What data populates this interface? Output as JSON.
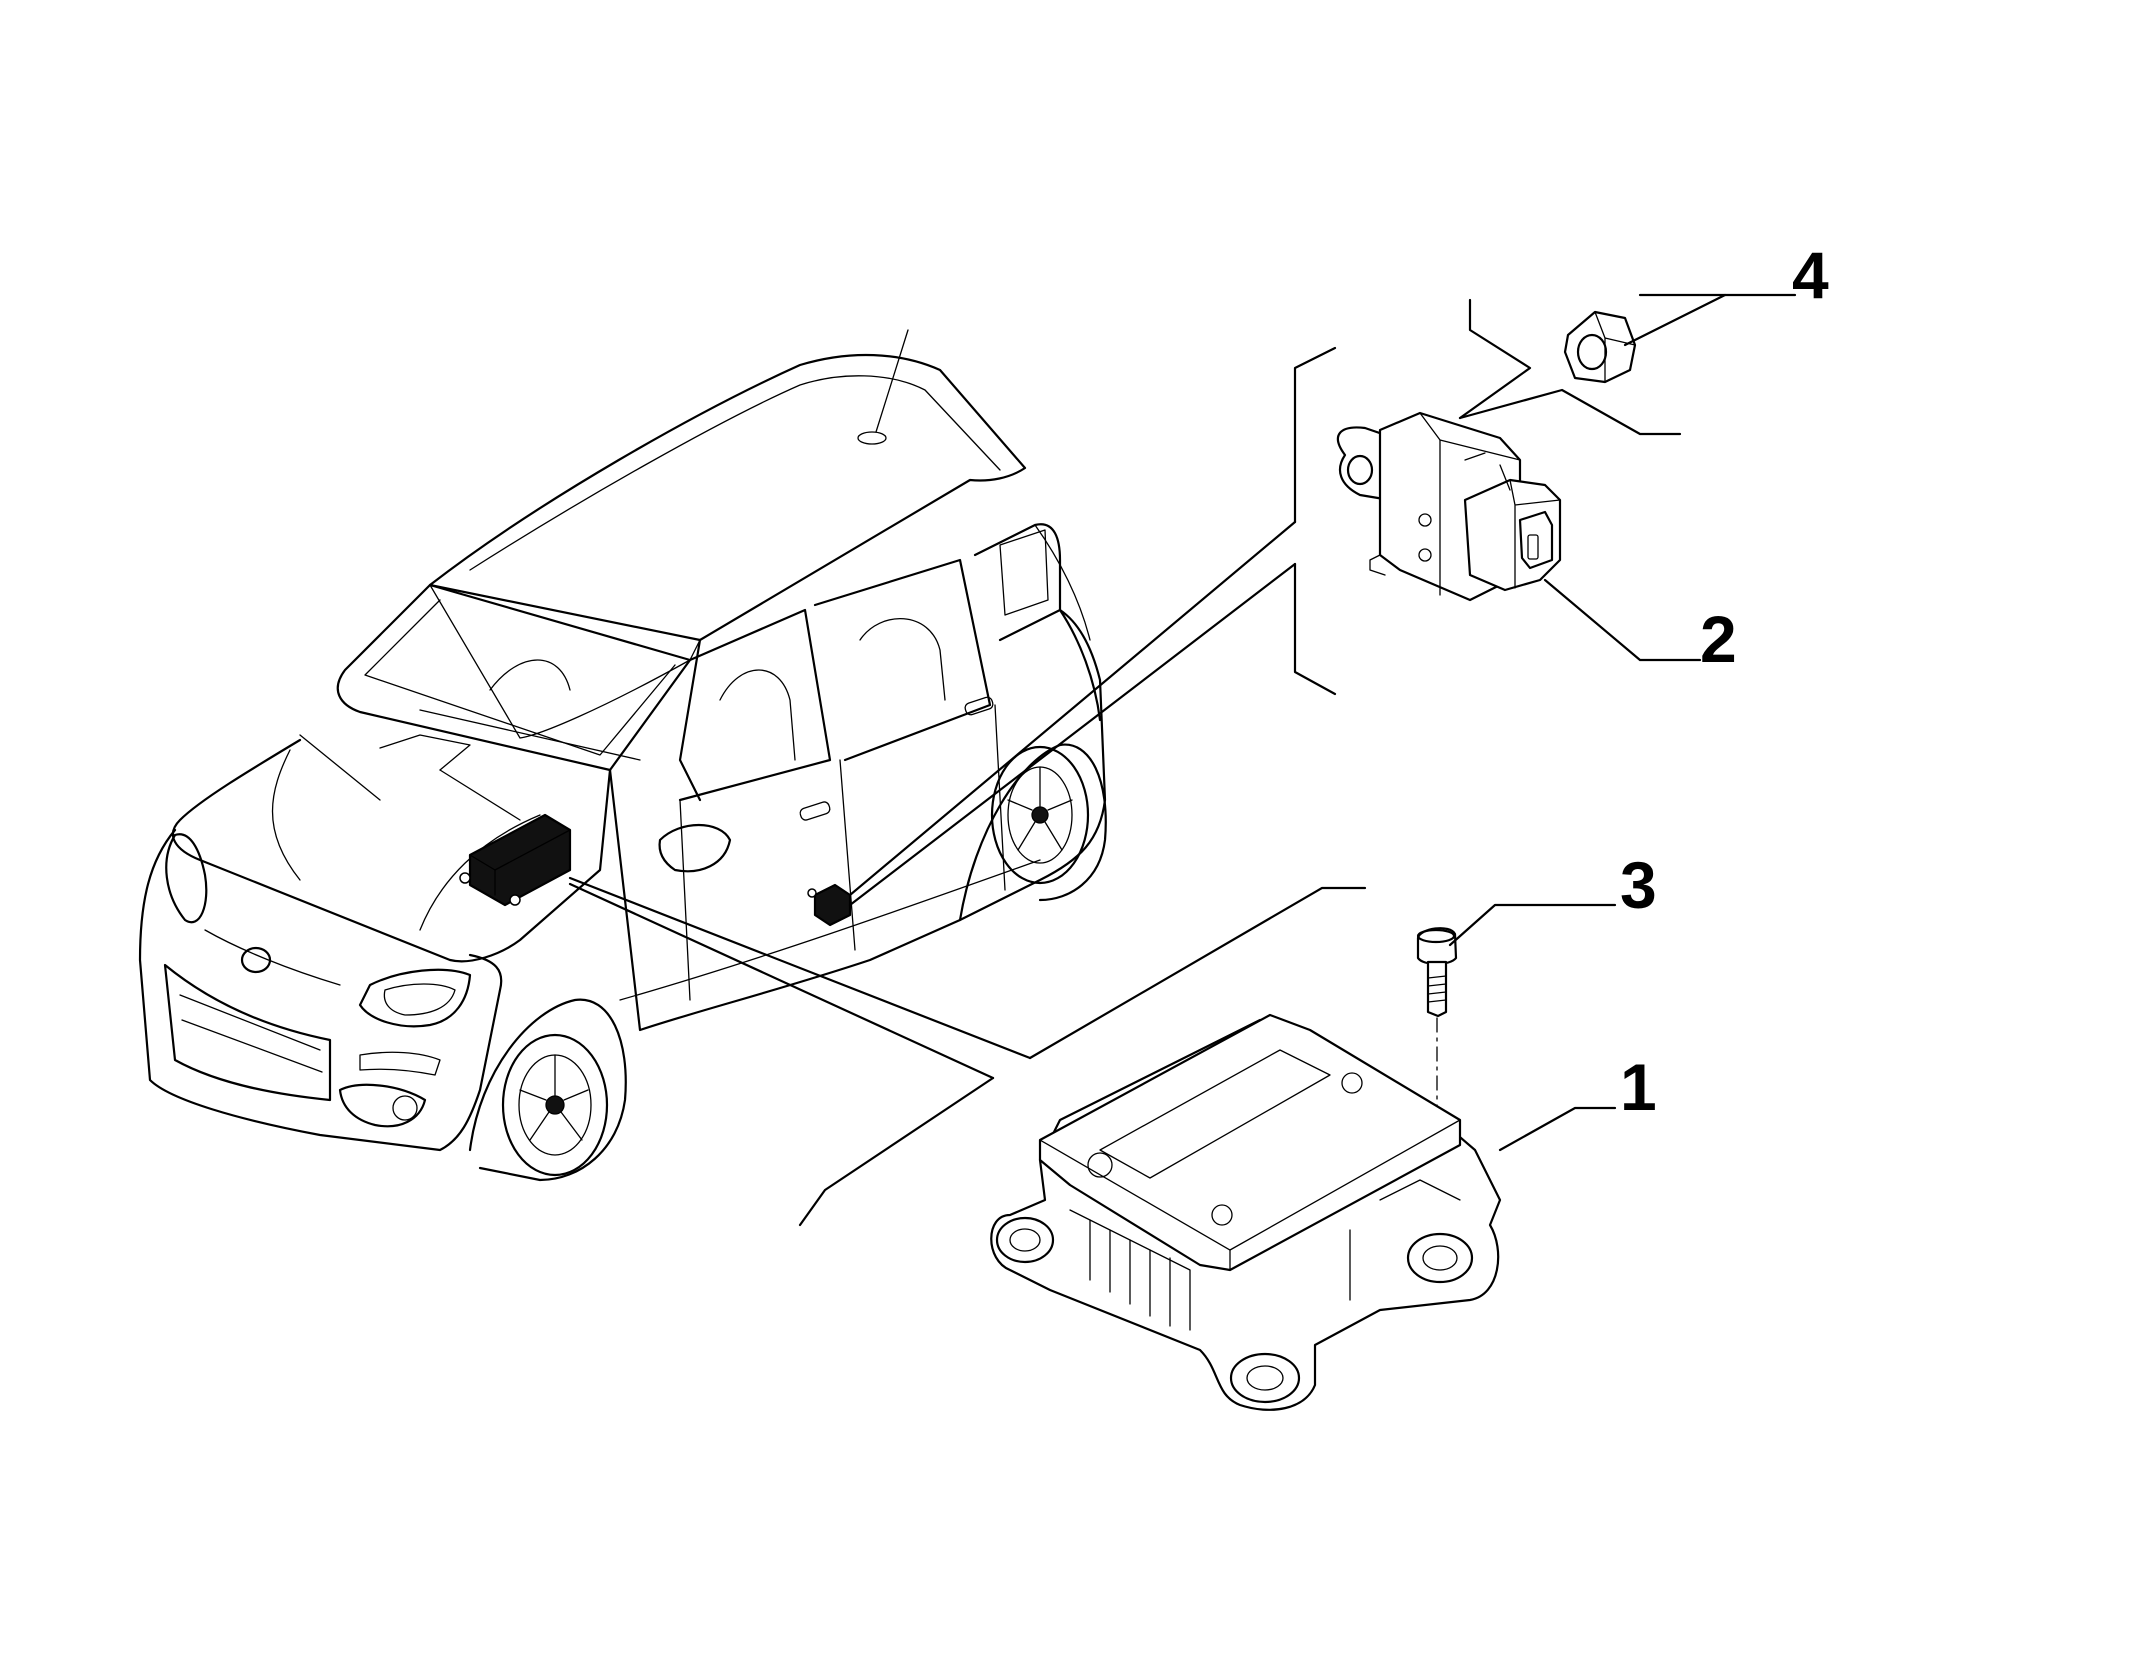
{
  "callouts": [
    {
      "number": "1",
      "part": "airbag-control-unit"
    },
    {
      "number": "2",
      "part": "side-impact-sensor"
    },
    {
      "number": "3",
      "part": "bolt"
    },
    {
      "number": "4",
      "part": "nut"
    }
  ],
  "colors": {
    "line": "#000000",
    "background": "#ffffff"
  }
}
